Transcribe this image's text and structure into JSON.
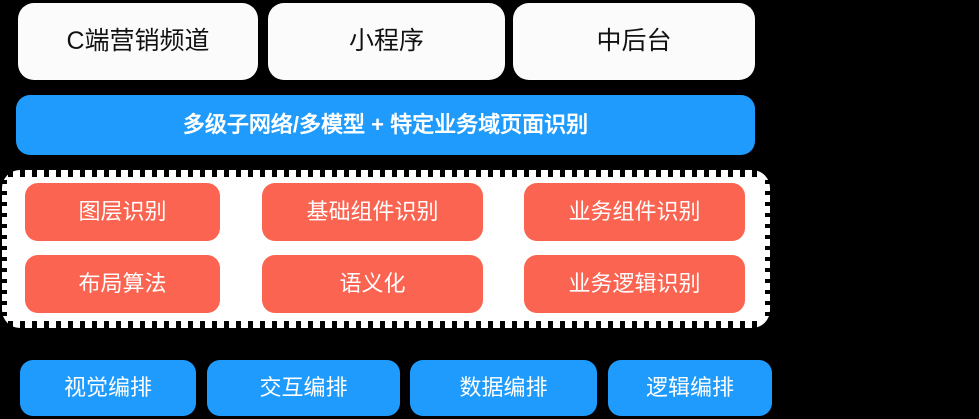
{
  "diagram": {
    "background_color": "#000000",
    "accent_blue": "#1e9bfc",
    "accent_red": "#fa6450",
    "panel_color": "#ffffff",
    "card_color": "#fbfbfb"
  },
  "channels": {
    "items": [
      {
        "label": "C端营销频道"
      },
      {
        "label": "小程序"
      },
      {
        "label": "中后台"
      }
    ]
  },
  "recognition_banner": {
    "label": "多级子网络/多模型 + 特定业务域页面识别"
  },
  "capabilities": {
    "items": [
      {
        "label": "图层识别"
      },
      {
        "label": "基础组件识别"
      },
      {
        "label": "业务组件识别"
      },
      {
        "label": "布局算法"
      },
      {
        "label": "语义化"
      },
      {
        "label": "业务逻辑识别"
      }
    ]
  },
  "orchestration": {
    "items": [
      {
        "label": "视觉编排"
      },
      {
        "label": "交互编排"
      },
      {
        "label": "数据编排"
      },
      {
        "label": "逻辑编排"
      }
    ]
  }
}
